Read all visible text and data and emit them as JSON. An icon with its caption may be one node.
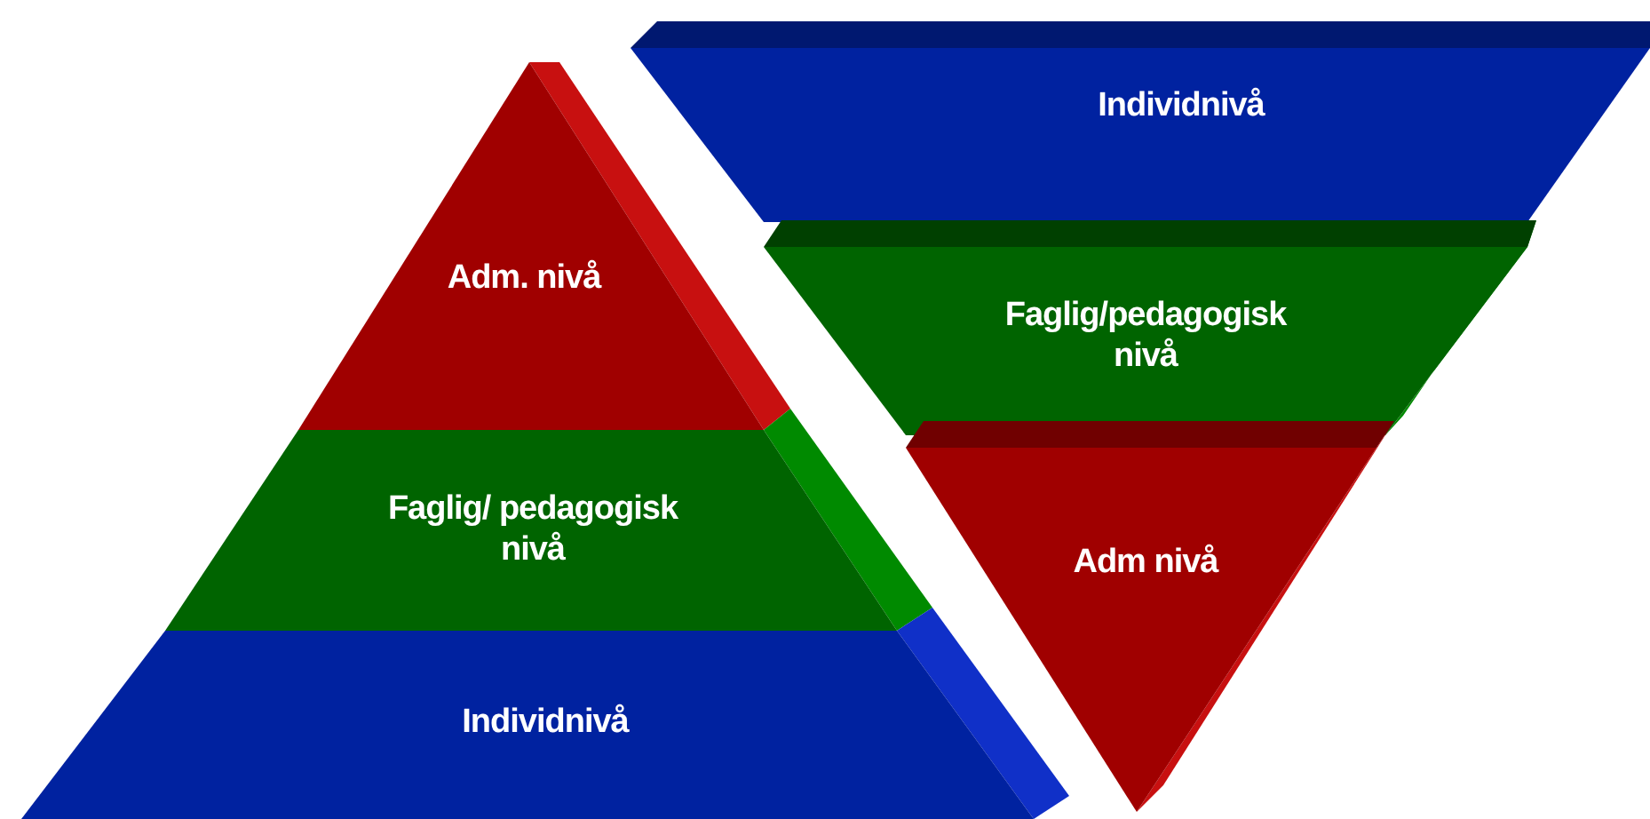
{
  "diagram": {
    "nodes": [
      {
        "text": [
          "Adm. nivå"
        ]
      },
      {
        "text": [
          "Faglig/ pedagogisk nivå"
        ]
      },
      {
        "text": [
          "Individnivå"
        ]
      },
      {
        "text": [
          "Individnivå"
        ]
      },
      {
        "text": [
          "Faglig/pedagogisk nivå"
        ]
      },
      {
        "text": [
          "Adm nivå"
        ]
      }
    ]
  }
}
